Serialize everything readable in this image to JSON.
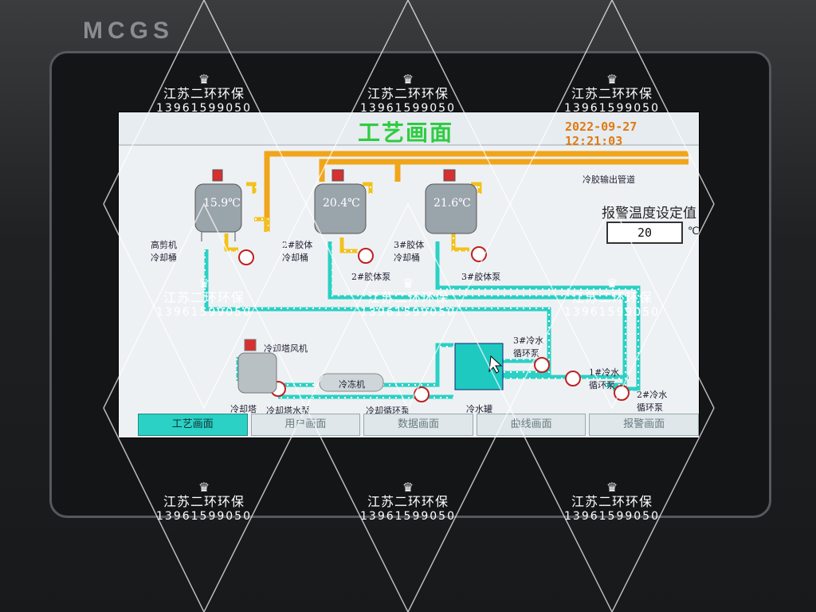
{
  "device": {
    "brand": "MCGS"
  },
  "screen": {
    "title": "工艺画面",
    "datetime": "2022-09-27 12:21:03",
    "output_pipe_label": "冷胶输出管道",
    "alarm": {
      "label": "报警温度设定值",
      "value": "20",
      "unit": "℃"
    },
    "tanks": [
      {
        "temp": "15.9℃",
        "name": "高剪机\n冷却桶"
      },
      {
        "temp": "20.4℃",
        "name": "2#胶体\n冷却桶"
      },
      {
        "temp": "21.6℃",
        "name": "3#胶体\n冷却桶"
      }
    ],
    "pumps": {
      "p2": "2#胶体泵",
      "p3": "3#胶体泵",
      "cw3": "3#冷水\n循环泵",
      "cw1": "1#冷水\n循环泵",
      "cw2": "2#冷水\n循环泵",
      "cool_tower_pump": "冷却塔水泵",
      "cool_circ_pump": "冷却循环泵"
    },
    "equipment": {
      "fan": "冷却塔风机",
      "tower": "冷却塔",
      "chiller": "冷冻机",
      "water_tank": "冷水罐"
    },
    "tabs": [
      {
        "label": "工艺画面",
        "active": true
      },
      {
        "label": "用户画面",
        "active": false
      },
      {
        "label": "数据画面",
        "active": false
      },
      {
        "label": "曲线画面",
        "active": false
      },
      {
        "label": "报警画面",
        "active": false
      }
    ]
  },
  "watermark": {
    "company": "江苏二环环保",
    "phone": "13961599050",
    "icon": "crown-icon"
  },
  "colors": {
    "title": "#2ecc40",
    "datetime": "#e07a12",
    "pipe_yellow": "#f2c21b",
    "pipe_cyan": "#2ad1c4",
    "tab_active": "#2ad1c4"
  }
}
